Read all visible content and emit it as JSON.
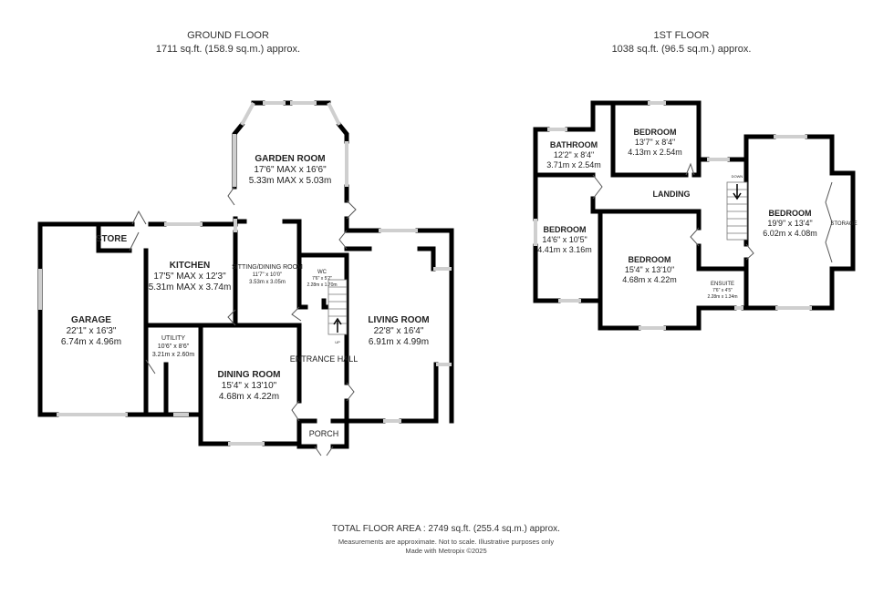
{
  "ground_floor": {
    "title": "GROUND FLOOR",
    "area": "1711 sq.ft. (158.9 sq.m.) approx.",
    "rooms": [
      {
        "name": "GARAGE",
        "imperial": "22'1\" x 16'3\"",
        "metric": "6.74m x 4.96m"
      },
      {
        "name": "STORE"
      },
      {
        "name": "KITCHEN",
        "imperial": "17'5\" MAX x 12'3\"",
        "metric": "5.31m MAX x 3.74m"
      },
      {
        "name": "UTILITY",
        "imperial": "10'6\" x 8'6\"",
        "metric": "3.21m x 2.60m"
      },
      {
        "name": "DINING ROOM",
        "imperial": "15'4\" x 13'10\"",
        "metric": "4.68m x 4.22m"
      },
      {
        "name": "SITTING/DINING ROOM",
        "imperial": "11'7\" x 10'0\"",
        "metric": "3.53m x 3.05m"
      },
      {
        "name": "GARDEN ROOM",
        "imperial": "17'6\" MAX x 16'6\"",
        "metric": "5.33m MAX x 5.03m"
      },
      {
        "name": "WC",
        "imperial": "7'6\" x 5'2\"",
        "metric": "2.28m x 1.70m"
      },
      {
        "name": "ENTRANCE HALL"
      },
      {
        "name": "LIVING ROOM",
        "imperial": "22'8\" x 16'4\"",
        "metric": "6.91m x 4.99m"
      },
      {
        "name": "PORCH"
      }
    ],
    "stairs_label": "UP"
  },
  "first_floor": {
    "title": "1ST FLOOR",
    "area": "1038 sq.ft. (96.5 sq.m.) approx.",
    "rooms": [
      {
        "name": "BATHROOM",
        "imperial": "12'2\" x 8'4\"",
        "metric": "3.71m x 2.54m"
      },
      {
        "name": "BEDROOM",
        "imperial": "13'7\" x 8'4\"",
        "metric": "4.13m x 2.54m"
      },
      {
        "name": "LANDING"
      },
      {
        "name": "BEDROOM",
        "imperial": "14'6\" x 10'5\"",
        "metric": "4.41m x 3.16m"
      },
      {
        "name": "BEDROOM",
        "imperial": "15'4\" x 13'10\"",
        "metric": "4.68m x 4.22m"
      },
      {
        "name": "BEDROOM",
        "imperial": "19'9\" x 13'4\"",
        "metric": "6.02m x 4.08m"
      },
      {
        "name": "STORAGE"
      },
      {
        "name": "ENSUITE",
        "imperial": "7'6\" x 4'5\"",
        "metric": "2.28m x 1.34m"
      }
    ],
    "stairs_label": "DOWN"
  },
  "footer": {
    "total": "TOTAL FLOOR AREA : 2749 sq.ft. (255.4 sq.m.) approx.",
    "disclaimer": "Measurements are approximate.  Not to scale.  Illustrative purposes only",
    "credit": "Made with Metropix ©2025"
  }
}
